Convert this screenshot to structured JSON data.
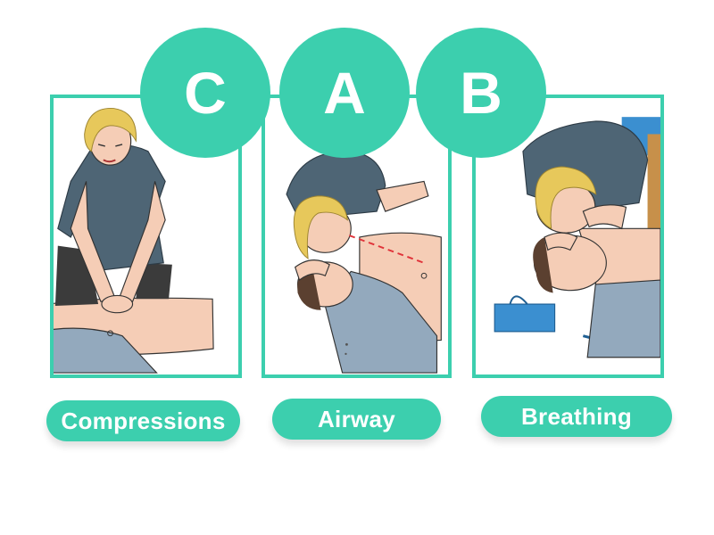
{
  "colors": {
    "accent": "#3ccfae",
    "shirt": "#4e6575",
    "hair": "#e7c85b",
    "skin": "#f5cdb6",
    "patient_shirt": "#93a9bd",
    "bag": "#3b8fd0"
  },
  "steps": [
    {
      "letter": "C",
      "label": "Compressions",
      "illustration": "chest-compressions-illustration"
    },
    {
      "letter": "A",
      "label": "Airway",
      "illustration": "airway-head-tilt-illustration"
    },
    {
      "letter": "B",
      "label": "Breathing",
      "illustration": "rescue-breathing-illustration"
    }
  ]
}
